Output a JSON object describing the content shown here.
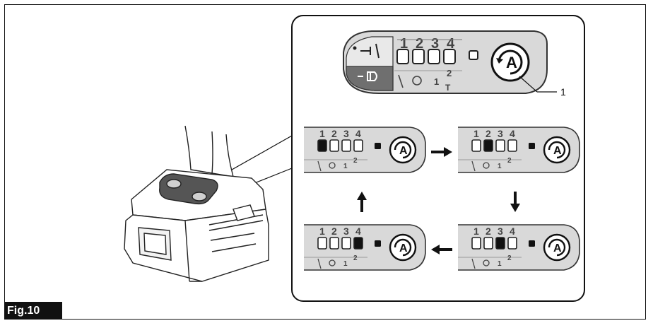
{
  "figure_label": "Fig.10",
  "callout_number": "1",
  "panel_large": {
    "step_numbers": [
      "1",
      "2",
      "3",
      "4"
    ],
    "a_glyph": "A",
    "sub_labels": [
      "1",
      "2"
    ]
  },
  "panels": [
    {
      "step_numbers": [
        "1",
        "2",
        "3",
        "4"
      ],
      "active_step": 1,
      "a_glyph": "A",
      "sub_labels": [
        "1",
        "2"
      ]
    },
    {
      "step_numbers": [
        "1",
        "2",
        "3",
        "4"
      ],
      "active_step": 2,
      "a_glyph": "A",
      "sub_labels": [
        "1",
        "2"
      ]
    },
    {
      "step_numbers": [
        "1",
        "2",
        "3",
        "4"
      ],
      "active_step": 3,
      "a_glyph": "A",
      "sub_labels": [
        "1",
        "2"
      ]
    },
    {
      "step_numbers": [
        "1",
        "2",
        "3",
        "4"
      ],
      "active_step": 4,
      "a_glyph": "A",
      "sub_labels": [
        "1",
        "2"
      ]
    }
  ],
  "cycle_order": [
    "top-left",
    "top-right",
    "bottom-right",
    "bottom-left"
  ],
  "colors": {
    "panel_fill": "#d9d9d9",
    "panel_dark": "#6f6f6f",
    "led_on": "#111111",
    "led_off": "#ffffff",
    "line": "#222222"
  }
}
